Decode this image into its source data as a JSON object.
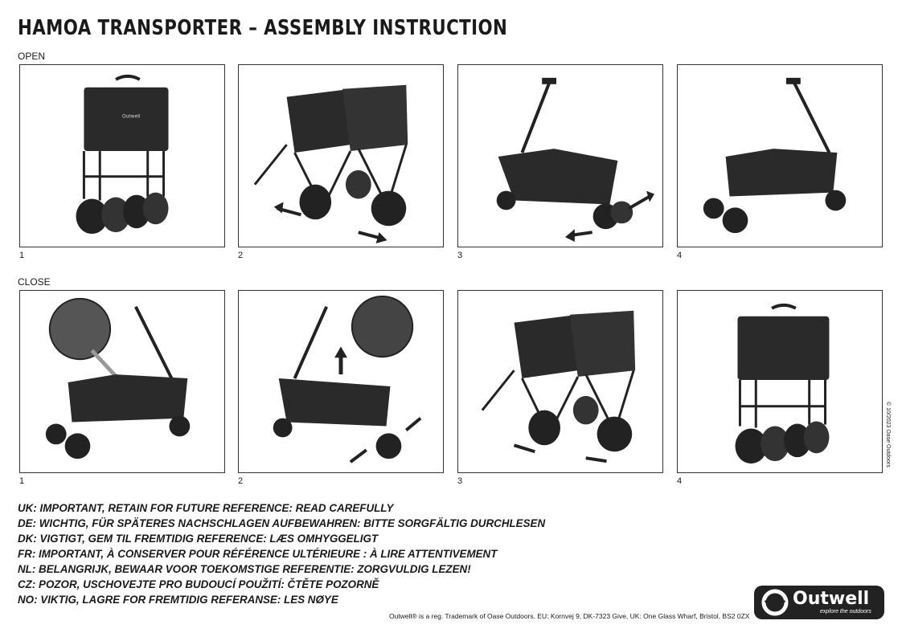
{
  "title": "HAMOA TRANSPORTER – ASSEMBLY INSTRUCTION",
  "sections": {
    "open": {
      "label": "OPEN",
      "steps": [
        "1",
        "2",
        "3",
        "4"
      ]
    },
    "close": {
      "label": "CLOSE",
      "steps": [
        "1",
        "2",
        "3",
        "4"
      ]
    }
  },
  "illustration_text": {
    "brand": "Outwell"
  },
  "warnings": [
    "UK: IMPORTANT, RETAIN FOR FUTURE REFERENCE: READ CAREFULLY",
    "DE: WICHTIG, FÜR SPÄTERES NACHSCHLAGEN AUFBEWAHREN: BITTE SORGFÄLTIG DURCHLESEN",
    "DK: VIGTIGT, GEM TIL FREMTIDIG REFERENCE: LÆS OMHYGGELIGT",
    "FR: IMPORTANT, À CONSERVER POUR RÉFÉRENCE ULTÉRIEURE : À LIRE ATTENTIVEMENT",
    "NL: BELANGRIJK, BEWAAR VOOR TOEKOMSTIGE REFERENTIE: ZORGVULDIG LEZEN!",
    "CZ: POZOR, USCHOVEJTE PRO BUDOUCÍ POUŽITÍ: ČTĚTE POZORNĚ",
    "NO: VIKTIG, LAGRE FOR FREMTIDIG REFERANSE: LES NØYE"
  ],
  "footer": "Outwell® is a reg. Trademark of Oase Outdoors. EU: Kornvej 9, DK-7323 Give, UK: One Glass Wharf, Bristol, BS2 0ZX",
  "copyright": "© 10/2023 Oase Outdoors",
  "logo": {
    "word": "Outwell",
    "tagline": "explore the outdoors"
  }
}
